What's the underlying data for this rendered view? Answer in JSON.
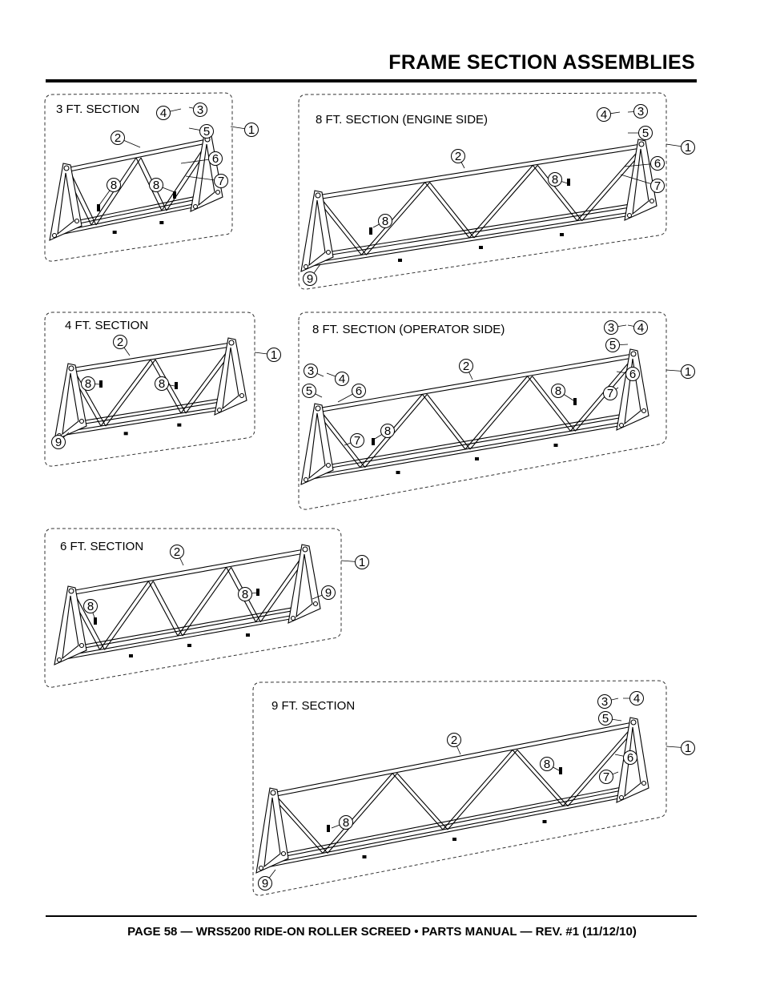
{
  "header": {
    "title": "FRAME SECTION ASSEMBLIES"
  },
  "sections": [
    {
      "label": "3 FT. SECTION",
      "callouts": [
        "1",
        "2",
        "3",
        "4",
        "5",
        "6",
        "7",
        "8",
        "8"
      ]
    },
    {
      "label": "8 FT. SECTION (ENGINE SIDE)",
      "callouts": [
        "1",
        "2",
        "3",
        "4",
        "5",
        "6",
        "7",
        "8",
        "8",
        "9"
      ]
    },
    {
      "label": "4 FT. SECTION",
      "callouts": [
        "1",
        "2",
        "8",
        "8",
        "9"
      ]
    },
    {
      "label": "8 FT. SECTION (OPERATOR SIDE)",
      "callouts": [
        "1",
        "2",
        "3",
        "4",
        "5",
        "6",
        "7",
        "8",
        "8",
        "3",
        "4",
        "5",
        "6",
        "7"
      ]
    },
    {
      "label": "6 FT. SECTION",
      "callouts": [
        "1",
        "2",
        "8",
        "8",
        "9"
      ]
    },
    {
      "label": "9 FT. SECTION",
      "callouts": [
        "1",
        "2",
        "3",
        "4",
        "5",
        "6",
        "7",
        "8",
        "8",
        "9"
      ]
    }
  ],
  "footer": {
    "text": "PAGE 58 — WRS5200 RIDE-ON ROLLER SCREED • PARTS MANUAL — REV. #1 (11/12/10)"
  }
}
